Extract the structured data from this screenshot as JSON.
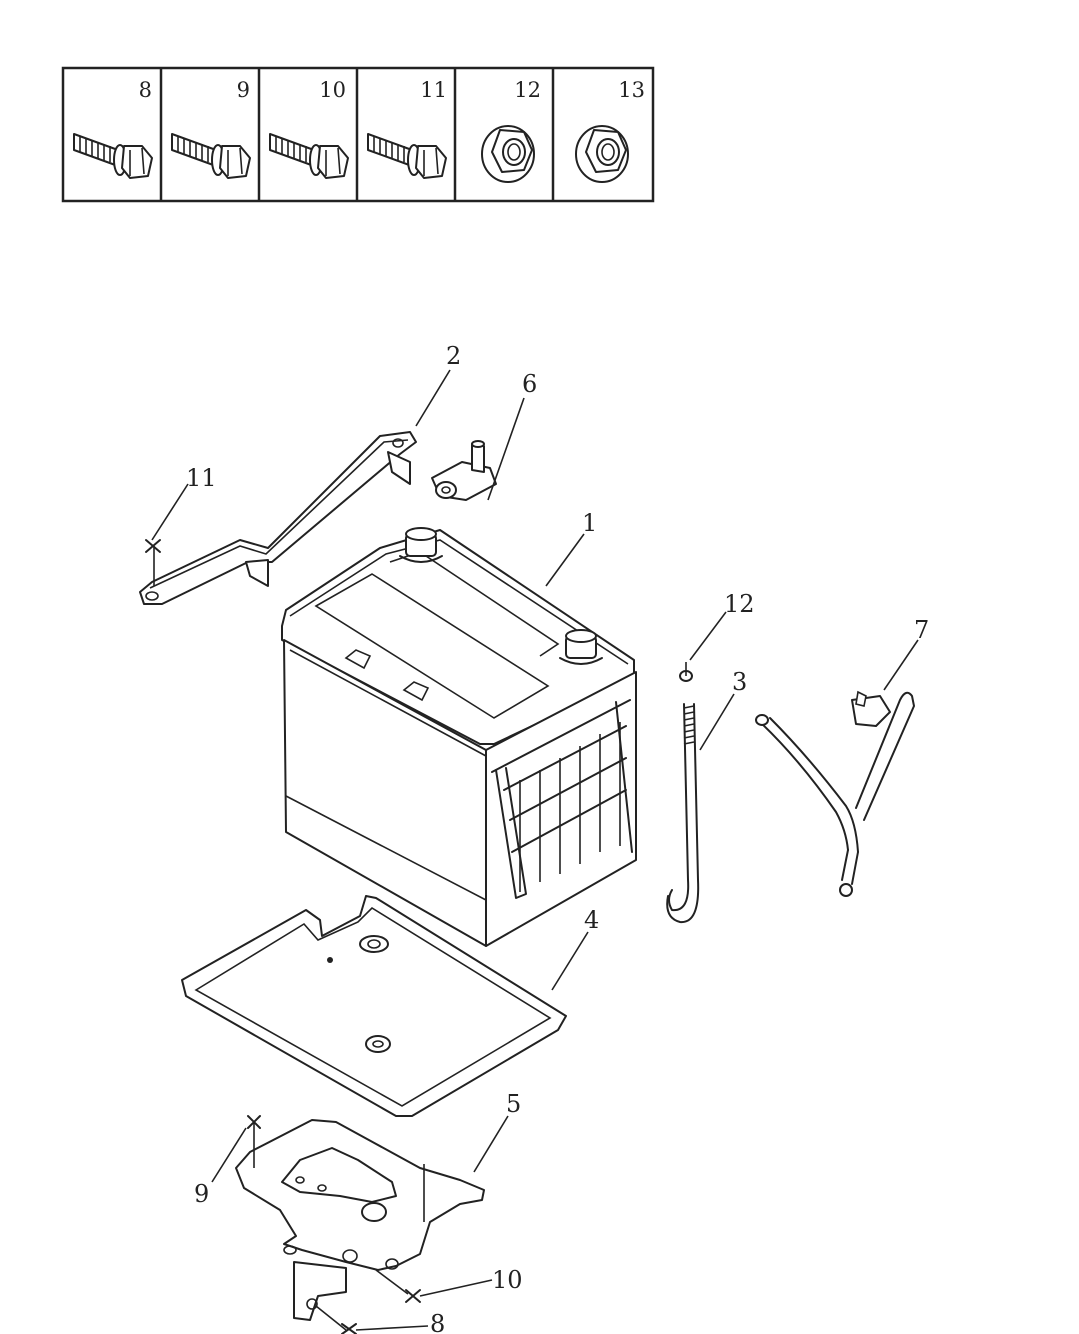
{
  "fastener_table": {
    "cells": [
      {
        "number": "8",
        "icon": "flange-bolt-icon"
      },
      {
        "number": "9",
        "icon": "flange-bolt-icon"
      },
      {
        "number": "10",
        "icon": "flange-bolt-icon"
      },
      {
        "number": "11",
        "icon": "flange-bolt-icon"
      },
      {
        "number": "12",
        "icon": "flange-nut-icon"
      },
      {
        "number": "13",
        "icon": "flange-nut-icon"
      }
    ]
  },
  "callouts": {
    "battery": "1",
    "hold_down_clamp": "2",
    "hold_down_rod": "3",
    "battery_tray": "4",
    "tray_bracket": "5",
    "terminal_clamp": "6",
    "cable": "7",
    "tray_bolt": "8",
    "bracket_bolt": "9",
    "bracket_bolt_lower": "10",
    "clamp_bolt": "11",
    "rod_nut": "12"
  }
}
